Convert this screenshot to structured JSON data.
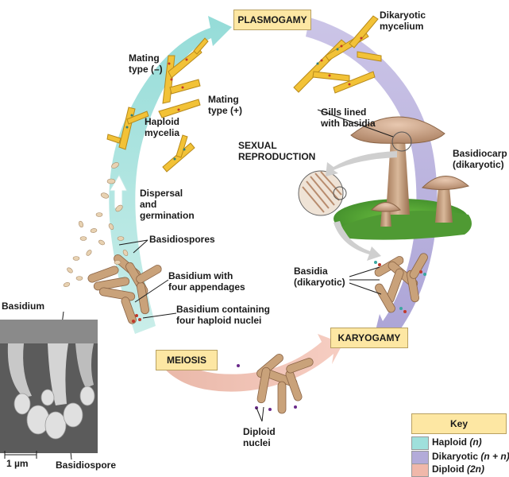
{
  "stages": {
    "plasmogamy": "PLASMOGAMY",
    "karyogamy": "KARYOGAMY",
    "meiosis": "MEIOSIS"
  },
  "labels": {
    "dikaryotic_mycelium": "Dikaryotic\nmycelium",
    "mating_minus": "Mating\ntype (–)",
    "mating_plus": "Mating\ntype (+)",
    "haploid_mycelia": "Haploid\nmycelia",
    "gills": "Gills lined\nwith basidia",
    "sexual_reproduction": "SEXUAL\nREPRODUCTION",
    "basidiocarp": "Basidiocarp\n(dikaryotic)",
    "dispersal": "Dispersal\nand\ngermination",
    "basidiospores": "Basidiospores",
    "basidium_appendages": "Basidium with\nfour appendages",
    "basidium_nuclei": "Basidium containing\nfour haploid nuclei",
    "basidia_dikaryotic": "Basidia\n(dikaryotic)",
    "diploid_nuclei": "Diploid\nnuclei",
    "micrograph_basidium": "Basidium",
    "micrograph_basidiospore": "Basidiospore",
    "scale_bar": "1 µm"
  },
  "key": {
    "title": "Key",
    "entries": [
      {
        "label": "Haploid",
        "symbol": "(n)",
        "color": "#9fe0dc"
      },
      {
        "label": "Dikaryotic",
        "symbol": "(n + n)",
        "color": "#b3abd9"
      },
      {
        "label": "Diploid",
        "symbol": "(2n)",
        "color": "#f0b8aa"
      }
    ]
  },
  "colors": {
    "haploid_arrow": "#9fe0dc",
    "dikaryotic_arrow": "#b3abd9",
    "diploid_arrow": "#f0b8aa",
    "stage_box": "#fde7a3",
    "hypha": "#f2c237",
    "mushroom": "#c79a72",
    "grass": "#5aa832"
  }
}
